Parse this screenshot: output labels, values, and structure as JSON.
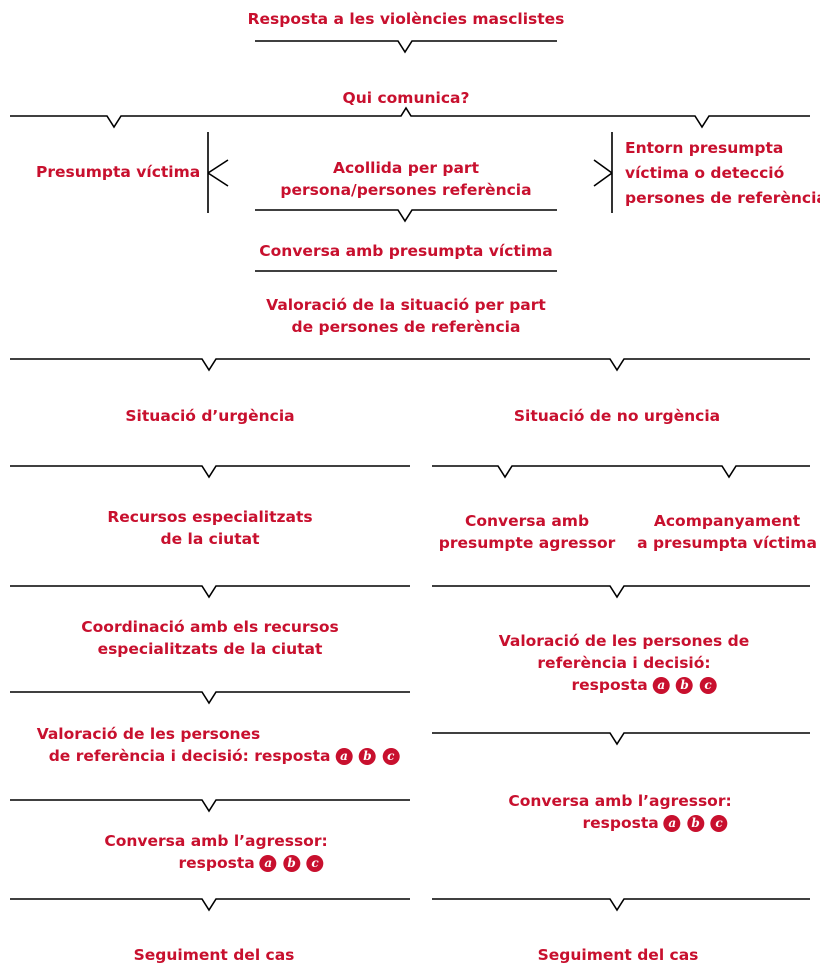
{
  "title": "Resposta a les violències masclistes",
  "who_reports": "Qui comunica?",
  "presumed_victim": "Presumpta víctima",
  "reception": [
    "Acollida per part",
    "persona/persones referència"
  ],
  "environment": [
    "Entorn presumpta",
    "víctima o detecció",
    "persones de referència"
  ],
  "conversation_victim": "Conversa amb presumpta víctima",
  "assessment": [
    "Valoració de la situació per part",
    "de persones de referència"
  ],
  "urgent": {
    "title": "Situació d’urgència",
    "resources": [
      "Recursos especialitzats",
      "de la ciutat"
    ],
    "coordination": [
      "Coordinació amb els recursos",
      "especialitzats de la ciutat"
    ],
    "decision": [
      "Valoració de les persones",
      "de referència i decisió: resposta"
    ],
    "aggressor": [
      "Conversa amb l’agressor:",
      "resposta"
    ],
    "follow_up": "Seguiment del cas"
  },
  "non_urgent": {
    "title": "Situació de no urgència",
    "conversation_aggressor": [
      "Conversa amb",
      "presumpte agressor"
    ],
    "accompaniment": [
      "Acompanyament",
      "a presumpta víctima"
    ],
    "decision": [
      "Valoració de les persones de",
      "referència i decisió:",
      "resposta"
    ],
    "aggressor": [
      "Conversa amb l’agressor:",
      "resposta"
    ],
    "follow_up": "Seguiment del cas"
  },
  "response_options": [
    "a",
    "b",
    "c"
  ],
  "colors": {
    "accent": "#c8102e",
    "lines": "#000000"
  }
}
